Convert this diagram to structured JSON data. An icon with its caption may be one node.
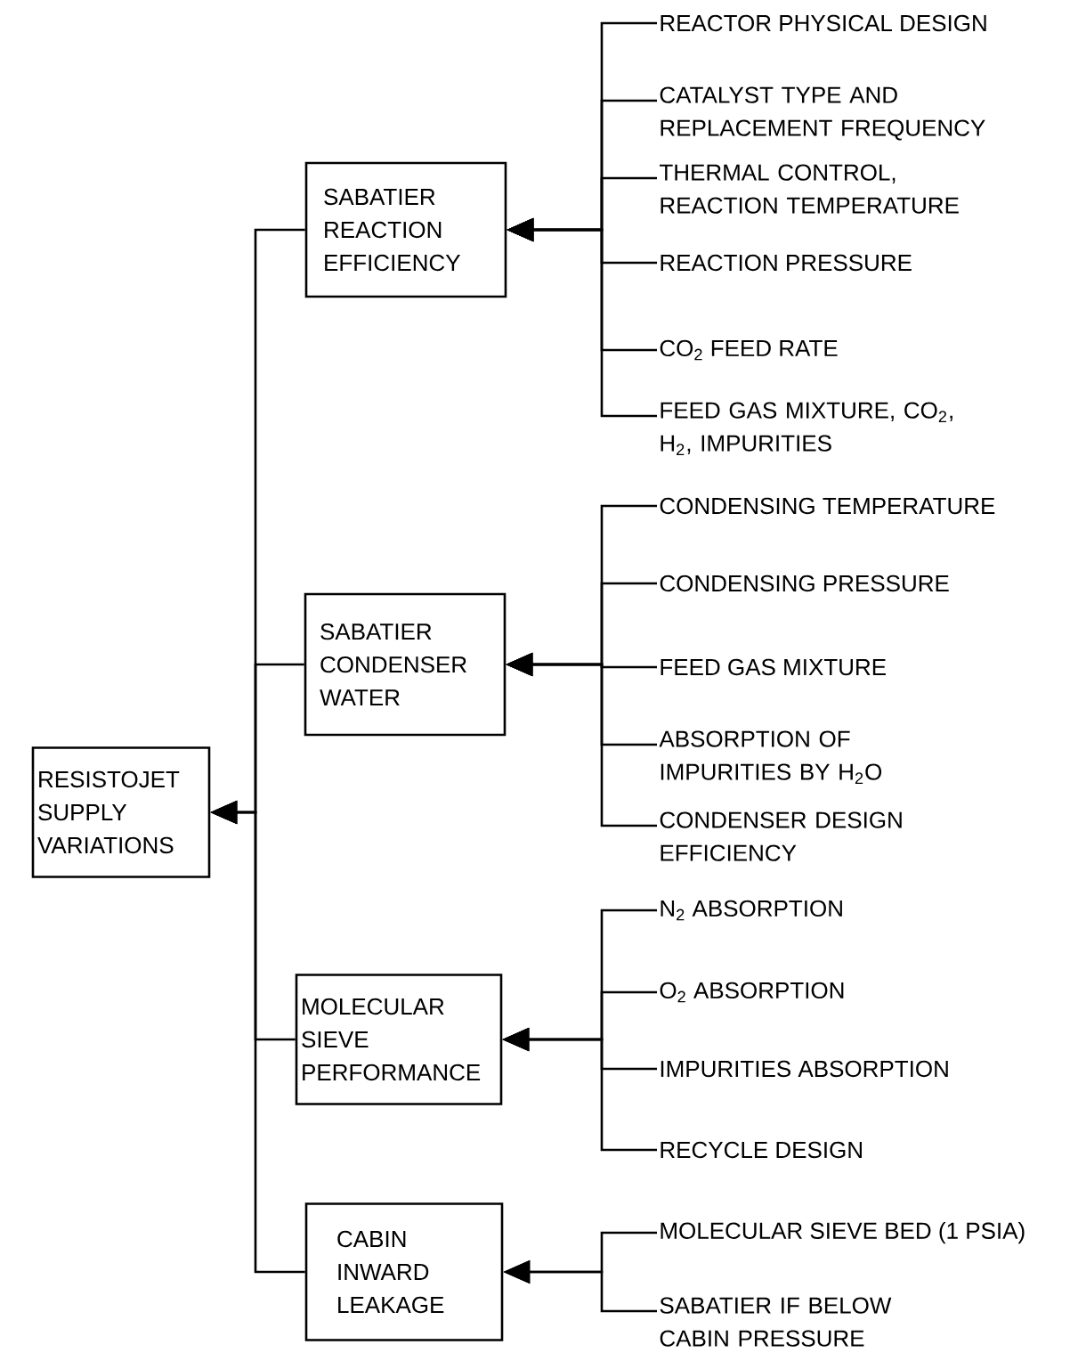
{
  "diagram": {
    "nodes": [
      {
        "text": [
          "RESISTOJET SUPPLY VARIATIONS"
        ]
      },
      {
        "text": [
          "SABATIER REACTION EFFICIENCY"
        ]
      },
      {
        "text": [
          "SABATIER CONDENSER WATER"
        ]
      },
      {
        "text": [
          "MOLECULAR SIEVE PERFORMANCE"
        ]
      },
      {
        "text": [
          "CABIN INWARD LEAKAGE"
        ]
      },
      {
        "text": [
          "REACTOR PHYSICAL DESIGN"
        ]
      },
      {
        "text": [
          "CATALYST TYPE AND REPLACEMENT FREQUENCY"
        ]
      },
      {
        "text": [
          "THERMAL CONTROL, REACTION TEMPERATURE"
        ]
      },
      {
        "text": [
          "REACTION PRESSURE"
        ]
      },
      {
        "text": [
          "CO$_{2}$ FEED RATE"
        ]
      },
      {
        "text": [
          "FEED GAS MIXTURE, CO$_{2}$, H$_{2}$, IMPURITIES"
        ]
      },
      {
        "text": [
          "CONDENSING TEMPERATURE"
        ]
      },
      {
        "text": [
          "CONDENSING PRESSURE"
        ]
      },
      {
        "text": [
          "FEED GAS MIXTURE"
        ]
      },
      {
        "text": [
          "ABSORPTION OF IMPURITIES BY H$_{2}$O"
        ]
      },
      {
        "text": [
          "CONDENSER DESIGN EFFICIENCY"
        ]
      },
      {
        "text": [
          "N$_{2}$ ABSORPTION"
        ]
      },
      {
        "text": [
          "O$_{2}$ ABSORPTION"
        ]
      },
      {
        "text": [
          "IMPURITIES ABSORPTION"
        ]
      },
      {
        "text": [
          "RECYCLE DESIGN"
        ]
      },
      {
        "text": [
          "MOLECULAR SIEVE BED (1 PSIA)"
        ]
      },
      {
        "text": [
          "SABATIER IF BELOW CABIN PRESSURE"
        ]
      }
    ],
    "edges": [
      {
        "from": 1,
        "to": 0,
        "arrow": "to"
      },
      {
        "from": 2,
        "to": 0,
        "arrow": "to"
      },
      {
        "from": 3,
        "to": 0,
        "arrow": "to"
      },
      {
        "from": 4,
        "to": 0,
        "arrow": "to"
      },
      {
        "from": 5,
        "to": 1,
        "arrow": "to"
      },
      {
        "from": 6,
        "to": 1,
        "arrow": "to"
      },
      {
        "from": 7,
        "to": 1,
        "arrow": "to"
      },
      {
        "from": 8,
        "to": 1,
        "arrow": "to"
      },
      {
        "from": 9,
        "to": 1,
        "arrow": "to"
      },
      {
        "from": 10,
        "to": 1,
        "arrow": "to"
      },
      {
        "from": 11,
        "to": 2,
        "arrow": "to"
      },
      {
        "from": 12,
        "to": 2,
        "arrow": "to"
      },
      {
        "from": 13,
        "to": 2,
        "arrow": "to"
      },
      {
        "from": 14,
        "to": 2,
        "arrow": "to"
      },
      {
        "from": 15,
        "to": 2,
        "arrow": "to"
      },
      {
        "from": 16,
        "to": 3,
        "arrow": "to"
      },
      {
        "from": 17,
        "to": 3,
        "arrow": "to"
      },
      {
        "from": 18,
        "to": 3,
        "arrow": "to"
      },
      {
        "from": 19,
        "to": 3,
        "arrow": "to"
      },
      {
        "from": 20,
        "to": 4,
        "arrow": "to"
      },
      {
        "from": 21,
        "to": 4,
        "arrow": "to"
      }
    ]
  }
}
